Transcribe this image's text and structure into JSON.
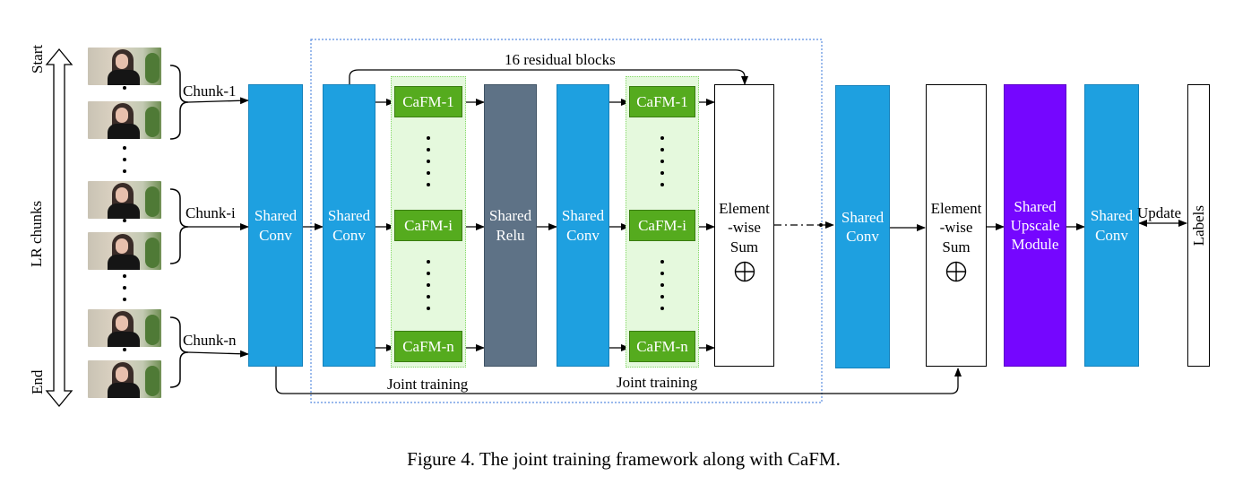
{
  "left_axis": {
    "start": "Start",
    "middle": "LR chunks",
    "end": "End"
  },
  "chunks": [
    "Chunk-1",
    "Chunk-i",
    "Chunk-n"
  ],
  "blocks": {
    "shared_conv": "Shared\nConv",
    "shared_relu": "Shared\nRelu",
    "shared_upscale": "Shared\nUpscale\nModule",
    "element_wise_sum": "Element\n-wise\nSum",
    "labels": "Labels"
  },
  "cafm": [
    "CaFM-1",
    "CaFM-i",
    "CaFM-n"
  ],
  "residual_label": "16 residual blocks",
  "joint_training": "Joint training",
  "update_label": "Update",
  "caption": "Figure 4. The joint training framework along with CaFM.",
  "colors": {
    "conv_blue": "#1ea0e0",
    "relu_gray": "#5e7286",
    "upscale_purple": "#7506ff",
    "cafm_green": "#55ab1e",
    "joint_zone": "#e5f9dd",
    "residual_border": "#5b8ee0"
  }
}
